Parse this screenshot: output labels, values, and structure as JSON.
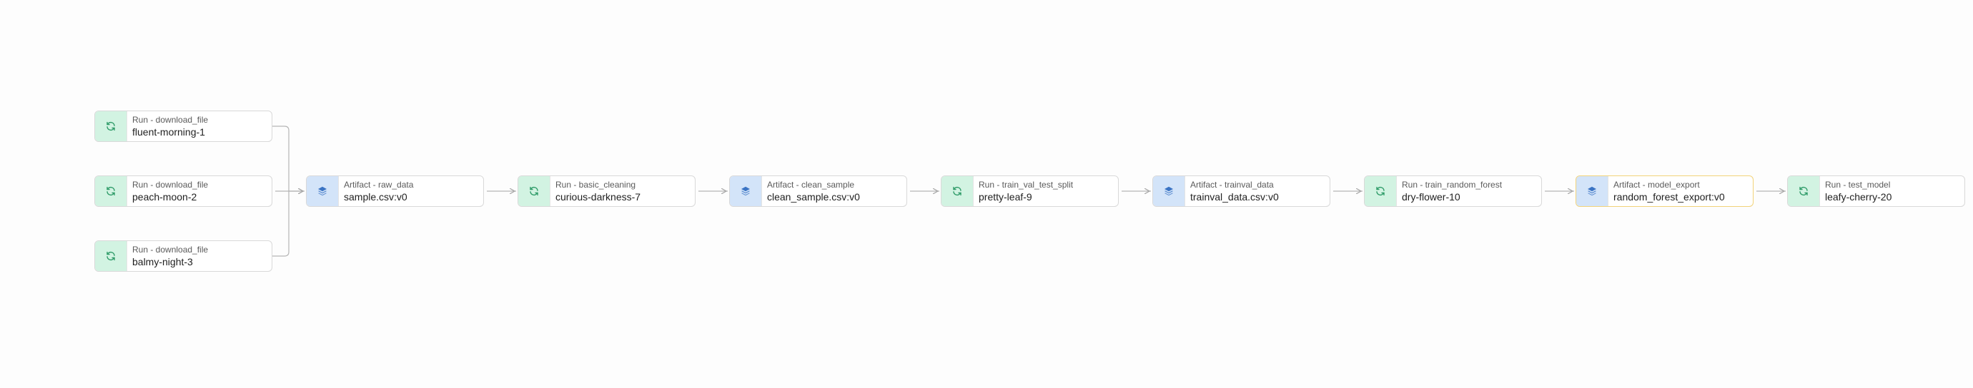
{
  "graph": {
    "nodes": [
      {
        "id": "dl1",
        "type": "run",
        "icon": "refresh-icon",
        "kind": "Run - download_file",
        "name": "fluent-morning-1"
      },
      {
        "id": "dl2",
        "type": "run",
        "icon": "refresh-icon",
        "kind": "Run - download_file",
        "name": "peach-moon-2"
      },
      {
        "id": "dl3",
        "type": "run",
        "icon": "refresh-icon",
        "kind": "Run - download_file",
        "name": "balmy-night-3"
      },
      {
        "id": "raw",
        "type": "artifact",
        "icon": "layers-icon",
        "kind": "Artifact - raw_data",
        "name": "sample.csv:v0"
      },
      {
        "id": "clean",
        "type": "run",
        "icon": "refresh-icon",
        "kind": "Run - basic_cleaning",
        "name": "curious-darkness-7"
      },
      {
        "id": "cs",
        "type": "artifact",
        "icon": "layers-icon",
        "kind": "Artifact - clean_sample",
        "name": "clean_sample.csv:v0"
      },
      {
        "id": "split",
        "type": "run",
        "icon": "refresh-icon",
        "kind": "Run - train_val_test_split",
        "name": "pretty-leaf-9"
      },
      {
        "id": "tv",
        "type": "artifact",
        "icon": "layers-icon",
        "kind": "Artifact - trainval_data",
        "name": "trainval_data.csv:v0"
      },
      {
        "id": "rf",
        "type": "run",
        "icon": "refresh-icon",
        "kind": "Run - train_random_forest",
        "name": "dry-flower-10"
      },
      {
        "id": "me",
        "type": "artifact",
        "icon": "layers-icon",
        "kind": "Artifact - model_export",
        "name": "random_forest_export:v0",
        "highlighted": true
      },
      {
        "id": "test",
        "type": "run",
        "icon": "refresh-icon",
        "kind": "Run - test_model",
        "name": "leafy-cherry-20"
      }
    ],
    "edges": [
      [
        "dl1",
        "raw"
      ],
      [
        "dl2",
        "raw"
      ],
      [
        "dl3",
        "raw"
      ],
      [
        "raw",
        "clean"
      ],
      [
        "clean",
        "cs"
      ],
      [
        "cs",
        "split"
      ],
      [
        "split",
        "tv"
      ],
      [
        "tv",
        "rf"
      ],
      [
        "rf",
        "me"
      ],
      [
        "me",
        "test"
      ]
    ],
    "colors": {
      "run_bg": "#d2f3e2",
      "run_icon": "#2e9b68",
      "artifact_bg": "#d3e4f9",
      "artifact_icon": "#3b74c4",
      "edge": "#b5b5b5",
      "highlight_border": "#f2d37a"
    }
  }
}
